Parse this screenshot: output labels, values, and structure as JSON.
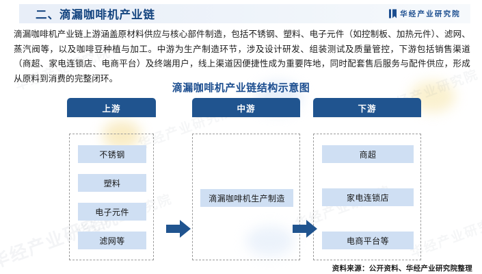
{
  "header": {
    "section_title": "二、滴漏咖啡机产业链",
    "brand_name": "华经产业研究院",
    "brand_icon": "book-mark-icon",
    "accent_color": "#14447f",
    "bar_color": "#e8eef8"
  },
  "body": {
    "paragraph": "滴漏咖啡机产业链上游涵盖原材料供应与核心部件制造，包括不锈钢、塑料、电子元件（如控制板、加热元件）、滤网、蒸汽阀等，以及咖啡豆种植与加工。中游为生产制造环节，涉及设计研发、组装测试及质量管控，下游包括销售渠道（商超、家电连锁店、电商平台）及终端用户，线上渠道因便捷性成为重要阵地，同时配套售后服务与配件供应，形成从原料到消费的完整闭环。"
  },
  "figure": {
    "title": "滴漏咖啡机产业链结构示意图",
    "title_color": "#1b4d8f",
    "header_color": "#20548f",
    "item_color": "#cfdff3",
    "arrow_color": "#20548f",
    "source": "资料来源：公开资料、华经产业研究院整理"
  },
  "chart_data": {
    "type": "diagram",
    "title": "滴漏咖啡机产业链结构示意图",
    "columns": [
      {
        "key": "upstream",
        "label": "上游",
        "items": [
          "不锈钢",
          "塑料",
          "电子元件",
          "滤网等"
        ]
      },
      {
        "key": "midstream",
        "label": "中游",
        "items": [
          "滴漏咖啡机生产制造"
        ]
      },
      {
        "key": "downstream",
        "label": "下游",
        "items": [
          "商超",
          "家电连锁店",
          "电商平台等"
        ]
      }
    ],
    "connectors": [
      {
        "from": "upstream",
        "to": "midstream",
        "style": "arrow-right"
      },
      {
        "from": "midstream",
        "to": "downstream",
        "style": "arrow-right"
      }
    ],
    "legend": [],
    "source": "资料来源：公开资料、华经产业研究院整理"
  },
  "watermark": {
    "text": "华经产业研究院"
  }
}
